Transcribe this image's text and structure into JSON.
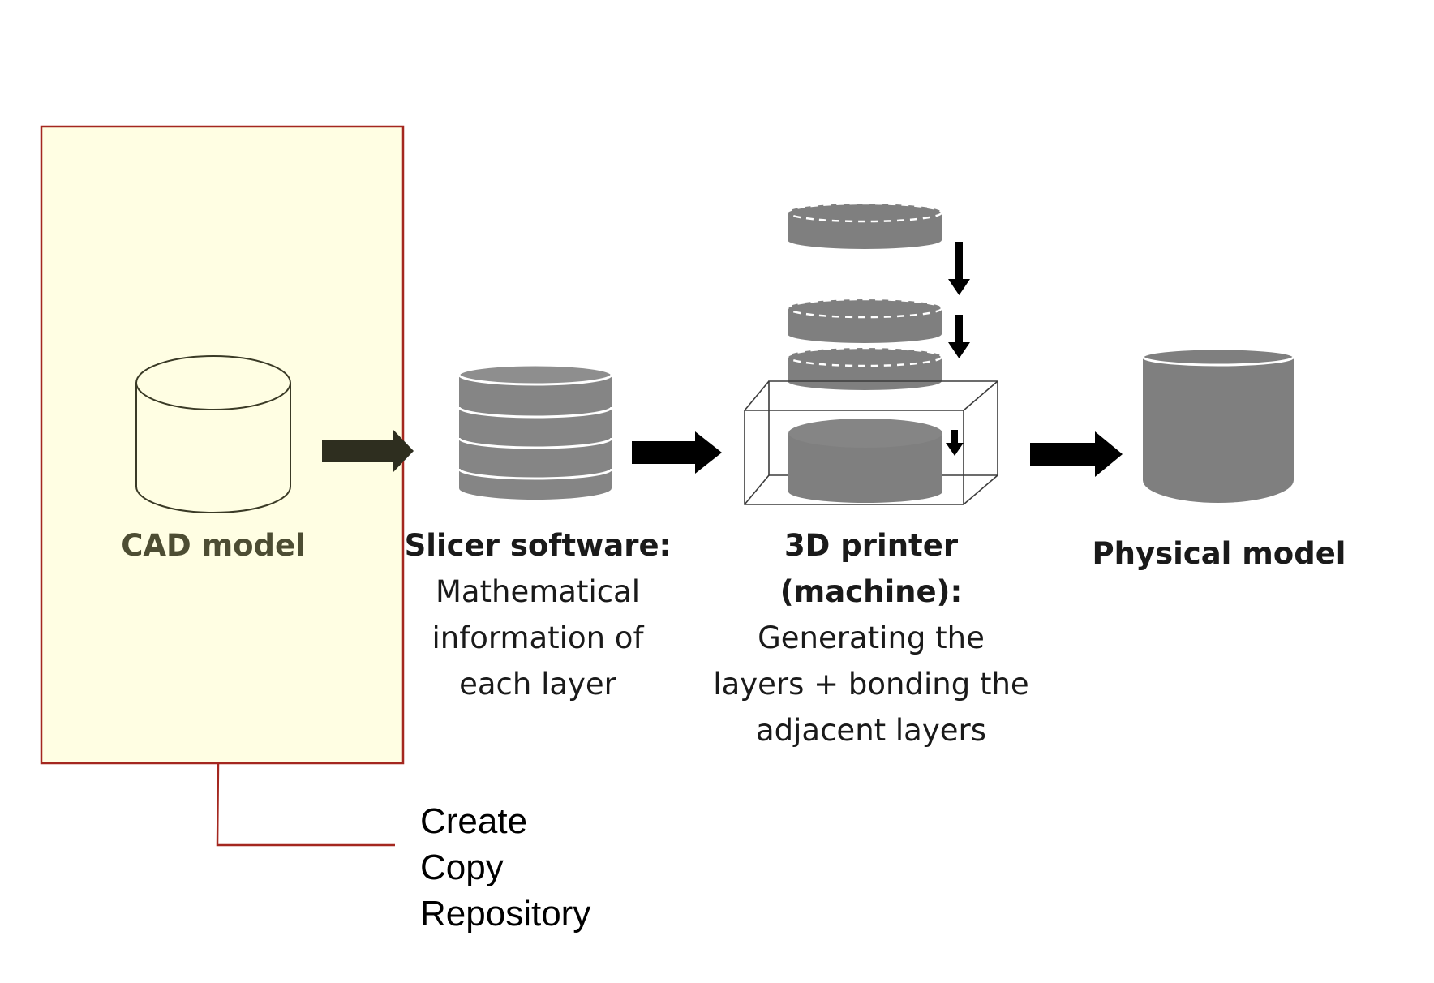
{
  "colors": {
    "highlight_fill": "#fffee3",
    "highlight_border": "#a4271f",
    "cylinder_gray": "#7f7f7f",
    "arrow_black": "#000000",
    "cad_arrow": "#2e2e1f",
    "cad_label": "#4d4d33"
  },
  "steps": [
    {
      "title": "CAD model",
      "description": [],
      "icon": "cad-outline-cylinder-icon"
    },
    {
      "title": "Slicer software:",
      "description": [
        "Mathematical",
        "information of",
        "each layer"
      ],
      "icon": "sliced-cylinder-icon"
    },
    {
      "title": "3D printer",
      "title_line2": "(machine):",
      "description": [
        "Generating the",
        "layers + bonding the",
        "adjacent layers"
      ],
      "icon": "printer-layers-icon"
    },
    {
      "title": "Physical model",
      "description": [],
      "icon": "solid-cylinder-icon"
    }
  ],
  "callout": {
    "lines": [
      "Create",
      "Copy",
      "Repository"
    ]
  }
}
